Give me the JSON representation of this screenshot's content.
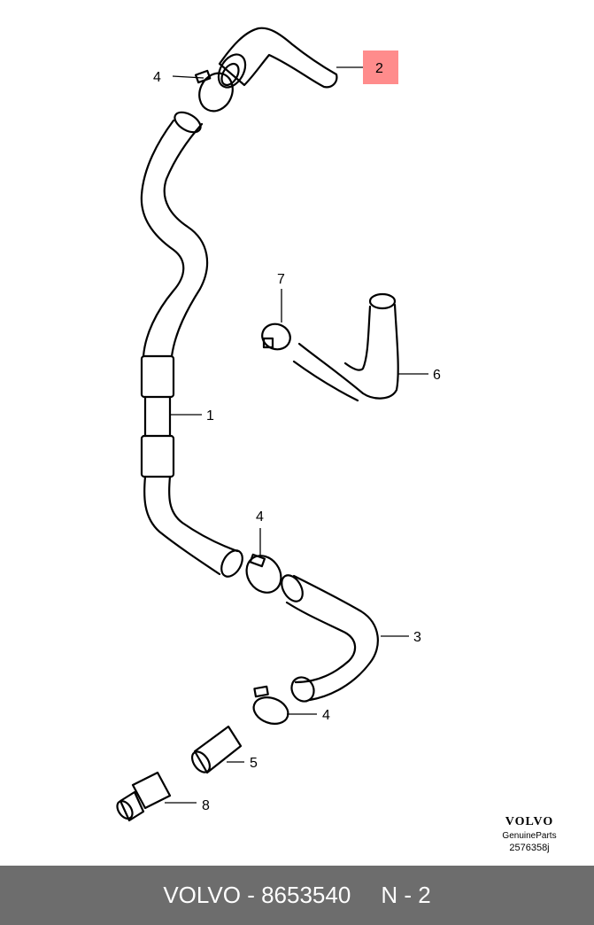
{
  "callouts": {
    "c1": "1",
    "c2": "2",
    "c3": "3",
    "c4a": "4",
    "c4b": "4",
    "c4c": "4",
    "c5": "5",
    "c6": "6",
    "c7": "7",
    "c8": "8"
  },
  "highlight_color": "#ff8c8c",
  "brand": {
    "logo": "VOLVO",
    "subtitle": "GenuineParts",
    "diagram_code": "2576358j"
  },
  "footer": {
    "part_text": "VOLVO - 8653540",
    "ref_text": "N - 2"
  }
}
